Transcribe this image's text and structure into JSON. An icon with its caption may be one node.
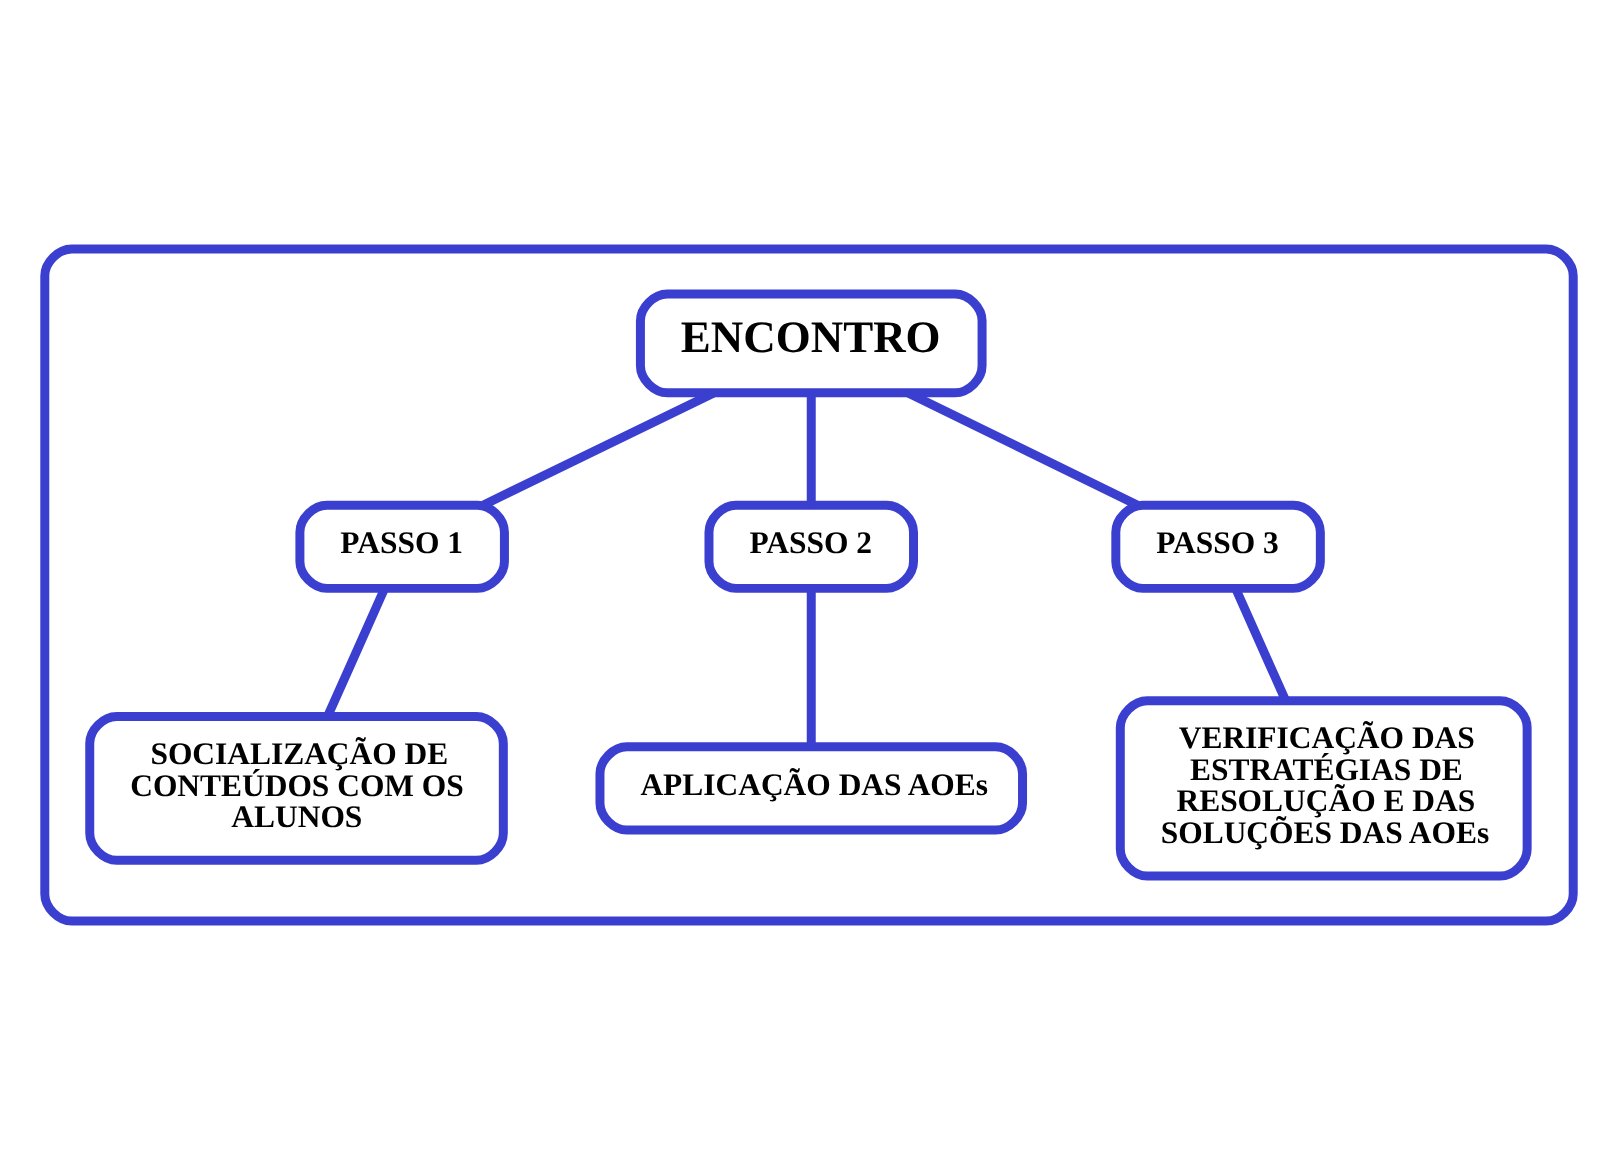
{
  "diagram": {
    "nodes": [
      {
        "text": [],
        "shape": "box"
      },
      {
        "text": [
          "ENCONTRO"
        ],
        "in": 0
      },
      {
        "text": [
          "PASSO 1"
        ],
        "in": 0
      },
      {
        "text": [
          "PASSO 2"
        ],
        "in": 0
      },
      {
        "text": [
          "PASSO 3"
        ],
        "in": 0
      },
      {
        "text": [
          "SOCIALIZAÇÃO DE CONTEÚDOS COM OS ALUNOS"
        ],
        "in": 0
      },
      {
        "text": [
          "APLICAÇÃO DAS AOEs"
        ],
        "in": 0
      },
      {
        "text": [
          "VERIFICAÇÃO DAS ESTRATÉGIAS DE RESOLUÇÃO E DAS SOLUÇÕES DAS AOEs"
        ],
        "in": 0
      }
    ],
    "edges": [
      {
        "from": 1,
        "to": 2,
        "arrow": "none"
      },
      {
        "from": 1,
        "to": 3,
        "arrow": "none"
      },
      {
        "from": 1,
        "to": 4,
        "arrow": "none"
      },
      {
        "from": 2,
        "to": 5,
        "arrow": "none"
      },
      {
        "from": 3,
        "to": 6,
        "arrow": "none"
      },
      {
        "from": 4,
        "to": 7,
        "arrow": "none"
      }
    ]
  }
}
